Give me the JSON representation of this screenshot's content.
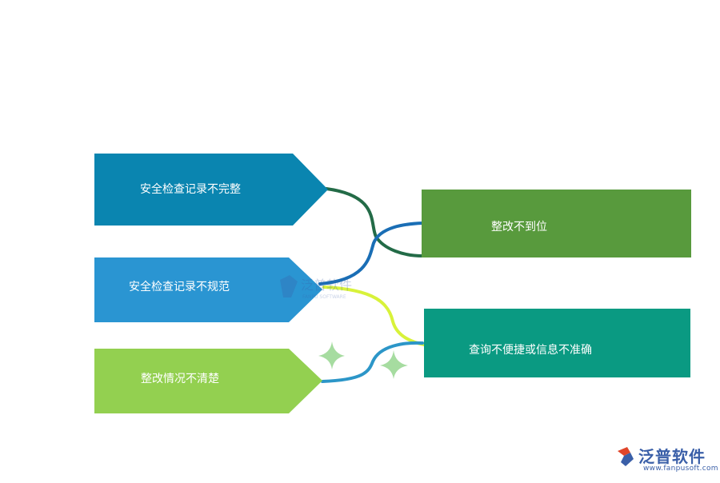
{
  "nodes": {
    "left1": {
      "label": "安全检查记录不完整",
      "color": "#0a85b0"
    },
    "left2": {
      "label": "安全检查记录不规范",
      "color": "#2a95d2"
    },
    "left3": {
      "label": "整改情况不清楚",
      "color": "#93d050"
    },
    "right1": {
      "label": "整改不到位",
      "color": "#589a3d"
    },
    "right2": {
      "label": "查询不便捷或信息不准确",
      "color": "#0a9a82"
    }
  },
  "connector_colors": {
    "dark_green": "#236b47",
    "blue": "#1a6eb5",
    "yellow_green": "#d8f23a",
    "teal_blue": "#2c96c8"
  },
  "sparkle_color": "#a6dca0",
  "logo": {
    "text": "泛普软件",
    "url": "www.fanpusoft.com",
    "color": "#3a5fa8",
    "accent": "#e0452a"
  },
  "watermark": {
    "text": "泛普软件",
    "sub": "FANPU SOFTWARE"
  }
}
